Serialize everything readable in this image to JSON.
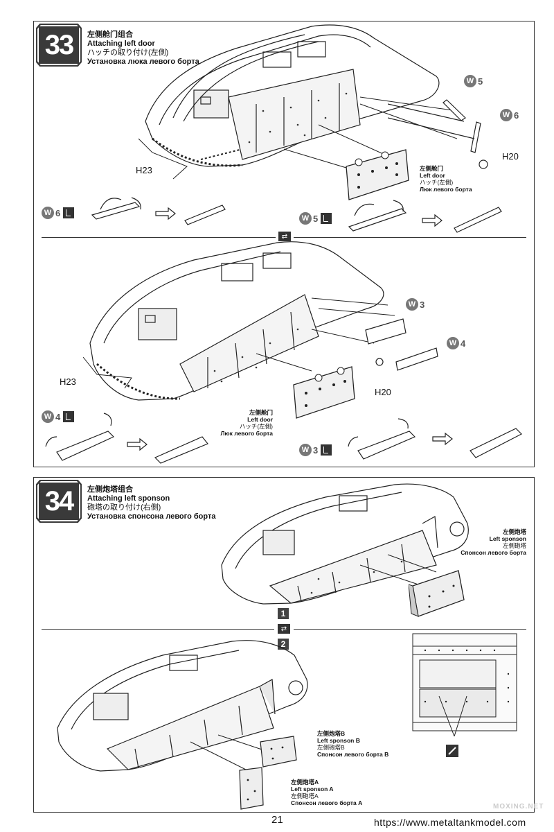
{
  "step33": {
    "number": "33",
    "title_cn": "左侧舱门组合",
    "title_en": "Attaching left door",
    "title_jp": "ハッチの取り付け(左側)",
    "title_ru": "Установка люка левого борта",
    "top": {
      "door_cn": "左侧舱门",
      "door_en": "Left door",
      "door_jp": "ハッチ(左側)",
      "door_ru": "Люк левого борта",
      "part_h23": "H23",
      "part_h20": "H20",
      "w5": "5",
      "w6": "6"
    },
    "bottom": {
      "door_cn": "左侧舱门",
      "door_en": "Left door",
      "door_jp": "ハッチ(左側)",
      "door_ru": "Люк левого борта",
      "part_h23": "H23",
      "part_h20": "H20",
      "w3": "3",
      "w4": "4"
    },
    "sub_w6": "6",
    "sub_w5": "5",
    "sub_w4": "4",
    "sub_w3": "3"
  },
  "step34": {
    "number": "34",
    "title_cn": "左侧炮塔组合",
    "title_en": "Attaching left sponson",
    "title_jp": "砲塔の取り付け(右側)",
    "title_ru": "Установка спонсона левого борта",
    "sponson_cn": "左侧炮塔",
    "sponson_en": "Left sponson",
    "sponson_jp": "左側砲塔",
    "sponson_ru": "Спонсон левого борта",
    "sub1": "1",
    "sub2": "2",
    "spB_cn": "左侧炮塔B",
    "spB_en": "Left sponson B",
    "spB_jp": "左側砲塔B",
    "spB_ru": "Спонсон левого борта B",
    "spA_cn": "左侧炮塔A",
    "spA_en": "Left sponson A",
    "spA_jp": "左側砲塔A",
    "spA_ru": "Спонсон левого борта A"
  },
  "footer": {
    "page": "21",
    "url": "https://www.metaltankmodel.com",
    "watermark": "MOXING.NET"
  },
  "icons": {
    "w_badge": "w-circle-icon",
    "tool": "sanding-tool-icon",
    "flip": "flip-model-icon"
  }
}
